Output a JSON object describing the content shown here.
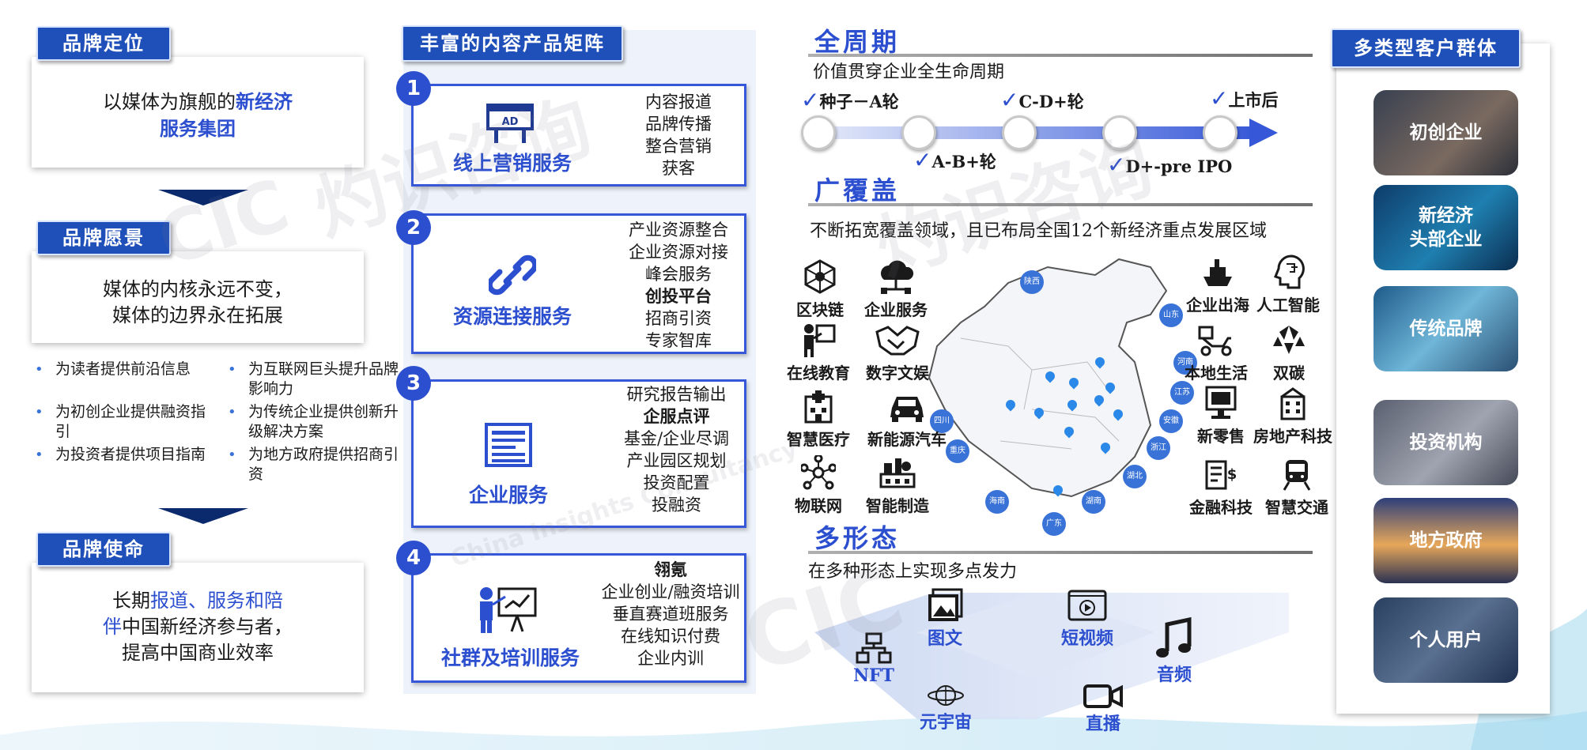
{
  "brand": {
    "positioning": {
      "tag": "品牌定位",
      "line1_plain": "以媒体为旗舰的",
      "line1_blue": "新经济",
      "line2_blue": "服务集团"
    },
    "vision": {
      "tag": "品牌愿景",
      "line1": "媒体的内核永远不变，",
      "line2": "媒体的边界永在拓展"
    },
    "bullets_left": [
      "为读者提供前沿信息",
      "为初创企业提供融资指引",
      "为投资者提供项目指南"
    ],
    "bullets_right": [
      "为互联网巨头提升品牌影响力",
      "为传统企业提供创新升级解决方案",
      "为地方政府提供招商引资"
    ],
    "mission": {
      "tag": "品牌使命",
      "line1_plain": "长期",
      "line1_blue": "报道、服务和陪",
      "line2_blue": "伴",
      "line2_plain": "中国新经济参与者，",
      "line3": "提高中国商业效率"
    }
  },
  "matrix": {
    "title": "丰富的内容产品矩阵",
    "services": [
      {
        "num": "1",
        "title": "线上营销服务",
        "icon": "billboard-icon",
        "icon_text": "AD",
        "items": [
          "内容报道",
          "品牌传播",
          "整合营销",
          "获客"
        ]
      },
      {
        "num": "2",
        "title": "资源连接服务",
        "icon": "link-icon",
        "items": [
          "产业资源整合",
          "企业资源对接",
          "峰会服务",
          "创投平台",
          "招商引资",
          "专家智库"
        ],
        "bold_index": 3
      },
      {
        "num": "3",
        "title": "企业服务",
        "icon": "document-icon",
        "items": [
          "研究报告输出",
          "企服点评",
          "基金/企业尽调",
          "产业园区规划",
          "投资配置",
          "投融资"
        ],
        "bold_index": 1
      },
      {
        "num": "4",
        "title": "社群及培训服务",
        "icon": "presentation-icon",
        "items": [
          "翎氪",
          "企业创业/融资培训",
          "垂直赛道班服务",
          "在线知识付费",
          "企业内训"
        ],
        "bold_index": 0
      }
    ]
  },
  "lifecycle": {
    "title": "全周期",
    "subtitle": "价值贯穿企业全生命周期",
    "stages_top": [
      "种子－A轮",
      "C-D+轮",
      "上市后"
    ],
    "stages_bottom": [
      "A-B+轮",
      "D+-pre IPO"
    ]
  },
  "coverage": {
    "title": "广覆盖",
    "subtitle": "不断拓宽覆盖领域，且已布局全国12个新经济重点发展区域",
    "industries_left": [
      {
        "label": "区块链",
        "icon": "blockchain-icon"
      },
      {
        "label": "企业服务",
        "icon": "cloud-service-icon"
      },
      {
        "label": "在线教育",
        "icon": "teacher-icon"
      },
      {
        "label": "数字文娱",
        "icon": "handshake-icon"
      },
      {
        "label": "智慧医疗",
        "icon": "hospital-icon"
      },
      {
        "label": "新能源汽车",
        "icon": "car-icon"
      },
      {
        "label": "物联网",
        "icon": "network-icon"
      },
      {
        "label": "智能制造",
        "icon": "factory-icon"
      }
    ],
    "industries_right": [
      {
        "label": "企业出海",
        "icon": "ship-icon"
      },
      {
        "label": "人工智能",
        "icon": "ai-head-icon"
      },
      {
        "label": "本地生活",
        "icon": "delivery-icon"
      },
      {
        "label": "双碳",
        "icon": "leaf-icon"
      },
      {
        "label": "新零售",
        "icon": "pos-terminal-icon"
      },
      {
        "label": "房地产科技",
        "icon": "building-icon"
      },
      {
        "label": "金融科技",
        "icon": "finance-icon"
      },
      {
        "label": "智慧交通",
        "icon": "train-icon"
      }
    ],
    "regions": [
      "陕西",
      "山东",
      "河南",
      "江苏",
      "安徽",
      "浙江",
      "四川",
      "重庆",
      "湖北",
      "海南",
      "湖南",
      "广东"
    ]
  },
  "forms": {
    "title": "多形态",
    "subtitle": "在多种形态上实现多点发力",
    "items": [
      {
        "label": "NFT",
        "icon": "nft-icon"
      },
      {
        "label": "图文",
        "icon": "image-icon"
      },
      {
        "label": "短视频",
        "icon": "video-icon"
      },
      {
        "label": "音频",
        "icon": "music-icon"
      },
      {
        "label": "元宇宙",
        "icon": "globe-icon"
      },
      {
        "label": "直播",
        "icon": "camera-icon"
      }
    ]
  },
  "customers": {
    "title": "多类型客户群体",
    "items": [
      "初创企业",
      "新经济\n头部企业",
      "传统品牌",
      "投资机构",
      "地方政府",
      "个人用户"
    ]
  },
  "watermark": {
    "text_cn": "灼识咨询",
    "text_en": "China Insights Consultancy",
    "logo": "CIC"
  },
  "colors": {
    "accent": "#2c4fd0",
    "tag_bg": "#1f4fb8",
    "navy": "#0b2a6e"
  }
}
